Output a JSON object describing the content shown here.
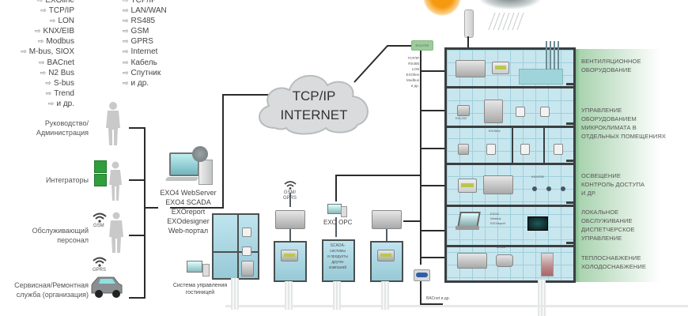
{
  "protocols_field": {
    "items": [
      "EXOline",
      "TCP/IP",
      "LON",
      "KNX/EIB",
      "Modbus",
      "M-bus, SIOX",
      "BACnet",
      "N2 Bus",
      "S-bus",
      "Trend",
      "и др."
    ]
  },
  "protocols_transport": {
    "items": [
      "TCP/IP",
      "LAN/WAN",
      "RS485",
      "GSM",
      "GPRS",
      "Internet",
      "Кабель",
      "Спутник",
      "и др."
    ]
  },
  "arrow_glyph": "⇨",
  "users": [
    {
      "label": "Руководство/ Администрация",
      "line1": "Руководство/",
      "line2": "Администрация"
    },
    {
      "label": "Интеграторы",
      "line1": "Интеграторы",
      "line2": ""
    },
    {
      "label": "Обслуживающий персонал",
      "line1": "Обслуживающий",
      "line2": "персонал",
      "badge": "GSM"
    },
    {
      "label": "Сервисная/Ремонтная служба (организация)",
      "line1": "Сервисная/Ремонтная",
      "line2": "служба (организация)",
      "badge": "GPRS"
    }
  ],
  "software": {
    "lines": [
      "EXO4 WebServer",
      "EXO4 SCADA",
      "EXOreport",
      "EXOdesigner",
      "Web-портал"
    ]
  },
  "cloud": {
    "line1": "TCP/IP",
    "line2": "INTERNET"
  },
  "router": {
    "label": "ROUTER"
  },
  "bus_protocols": [
    "TCP/IP",
    "RS485",
    "LON",
    "EXOline",
    "Modbus",
    "и др."
  ],
  "remote_sites": {
    "gsm_label_1": "GSM/",
    "gsm_label_2": "GPRS",
    "opc_label": "EXO OPC",
    "scada_text": [
      "SCADA-",
      "системы",
      "и продукты",
      "других",
      "компаний"
    ],
    "hotel_label_1": "Система управления",
    "hotel_label_2": "гостиницей",
    "bacnet_label": "BACnet и др."
  },
  "building": {
    "floors": [
      {
        "label_lines": [
          "Вентиляционное",
          "оборудование"
        ]
      },
      {
        "label_lines": [
          "Управление",
          "оборудованием",
          "микроклимата в",
          "отдельных помещениях"
        ],
        "device_label": "EXL202"
      },
      {
        "label_lines": [],
        "bus_label": "EXOline"
      },
      {
        "label_lines": [
          "Освещение",
          "контроль доступа",
          "и др."
        ],
        "bus_label": "KNX/EIB"
      },
      {
        "label_lines": [
          "Локальное",
          "обслуживание",
          "диспетчерское",
          "управление"
        ],
        "device_text": [
          "EXO4",
          "Nimbus",
          "EXOreport"
        ]
      },
      {
        "label_lines": [
          "Теплоснабжение",
          "холодоснабжение"
        ],
        "bus_label": "M-bus"
      }
    ]
  },
  "colors": {
    "building_fill": "#c8e6ee",
    "frame": "#3a3f40",
    "router_green": "#9ccd9a",
    "label_green": "#6aa97a",
    "cloud_fill": "#d9dbdc",
    "line": "#2b2b2b",
    "sun": "#f7a21b"
  }
}
